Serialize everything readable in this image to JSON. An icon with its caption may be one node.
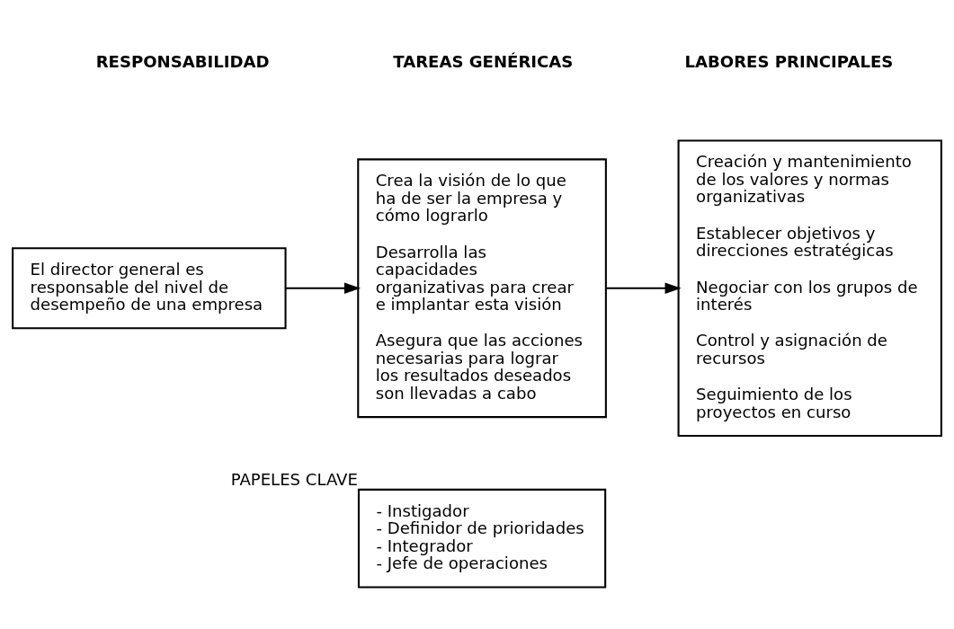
{
  "diagram": {
    "nodes": [
      {
        "text": [
          "El director general es responsable del nivel de desempeño de una empresa"
        ]
      },
      {
        "text": [
          "Crea la visión de lo que ha de ser la empresa y cómo lograrlo",
          "Desarrolla las capacidades organizativas para crear e implantar esta visión",
          "Asegura que las acciones necesarias para lograr los resultados deseados son llevadas a cabo"
        ]
      },
      {
        "text": [
          "Creación y mantenimiento de los valores y normas organizativas",
          "Establecer objetivos y direcciones estratégicas",
          "Negociar con los grupos de interés",
          "Control y asignación de recursos",
          "Seguimiento de los proyectos en curso"
        ]
      },
      {
        "text": [
          "- Instigador",
          "- Definidor de prioridades",
          "- Integrador",
          "- Jefe de operaciones"
        ],
        "beside": [
          "PAPELES CLAVE"
        ]
      }
    ],
    "edges": [
      {
        "from": 0,
        "to": 1,
        "arrow": "to"
      },
      {
        "from": 1,
        "to": 2,
        "arrow": "to"
      }
    ],
    "labels": [
      "RESPONSABILIDAD",
      "TAREAS GENÉRICAS",
      "LABORES PRINCIPALES"
    ]
  }
}
